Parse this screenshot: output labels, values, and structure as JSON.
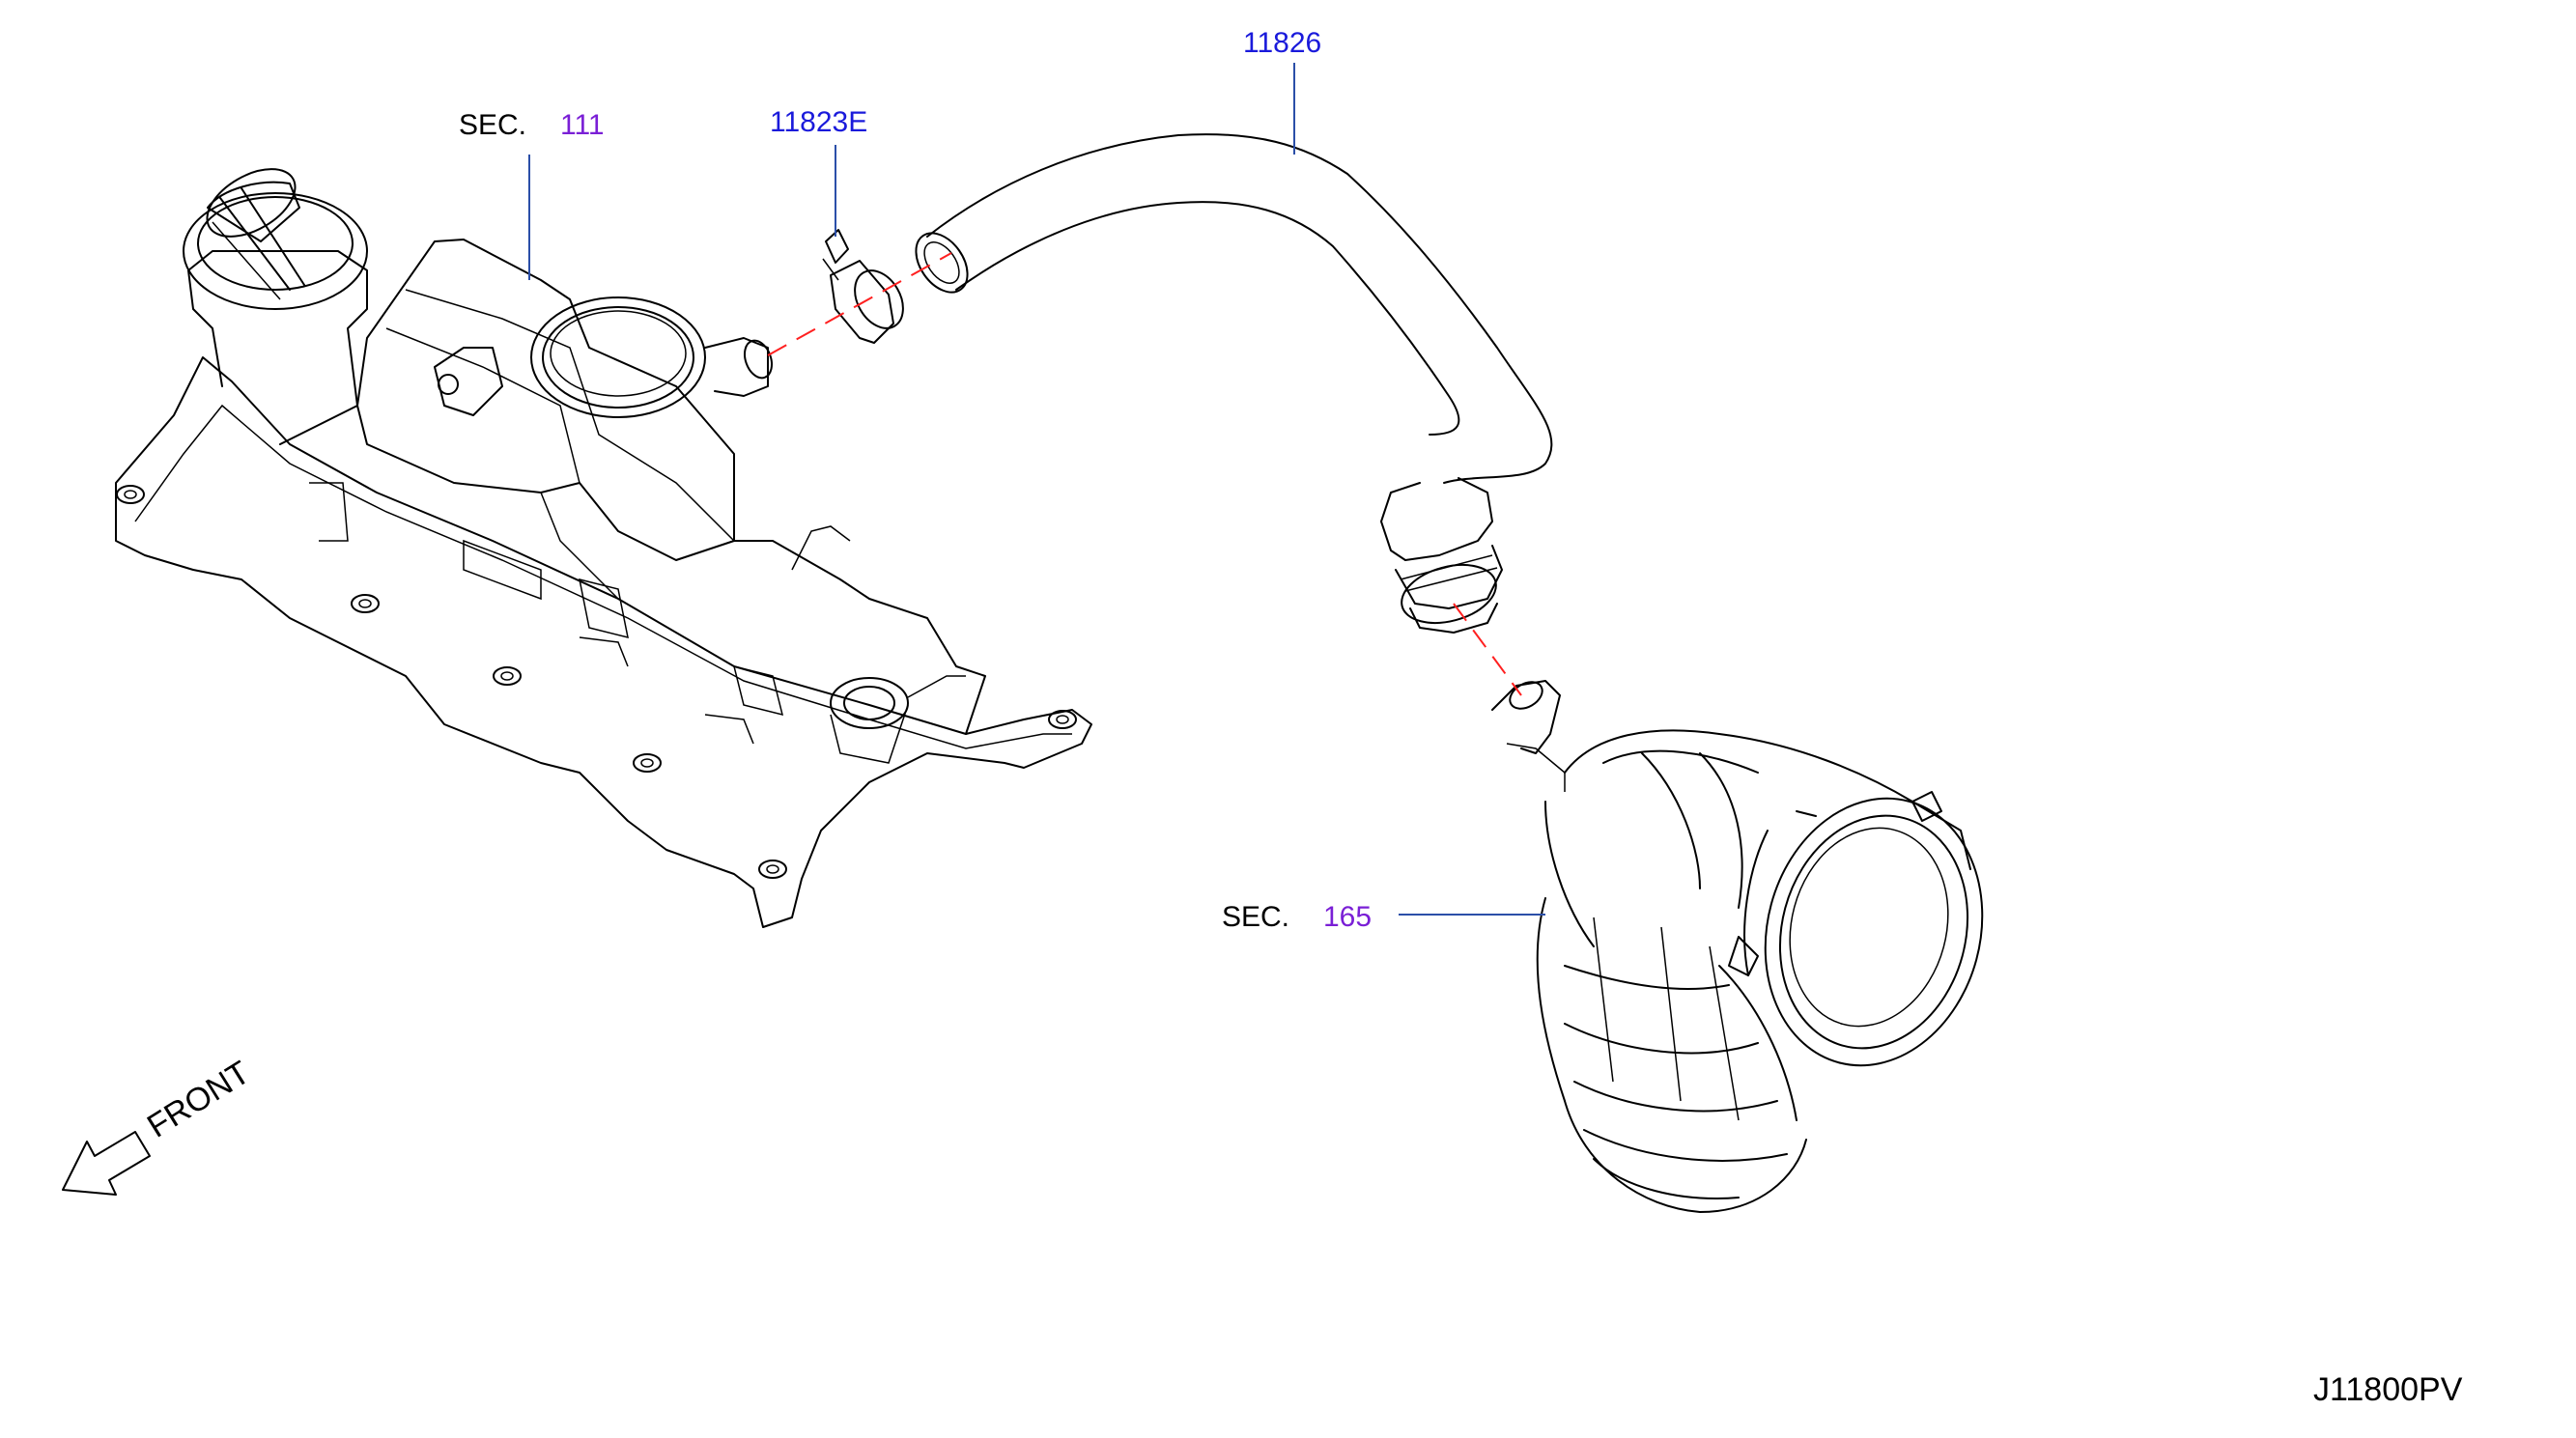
{
  "labels": {
    "sec_111_word": "SEC.",
    "sec_111_num": "111",
    "part_11823E": "11823E",
    "part_11826": "11826",
    "sec_165_word": "SEC.",
    "sec_165_num": "165",
    "front": "FRONT",
    "diagram_code": "J11800PV"
  },
  "colors": {
    "part_number": "#1a1adb",
    "section_number": "#7a1fd6",
    "leader_line": "#2b4fa8",
    "centerline": "#ff2020"
  },
  "icons": {
    "front_arrow": "front-arrow-icon"
  }
}
